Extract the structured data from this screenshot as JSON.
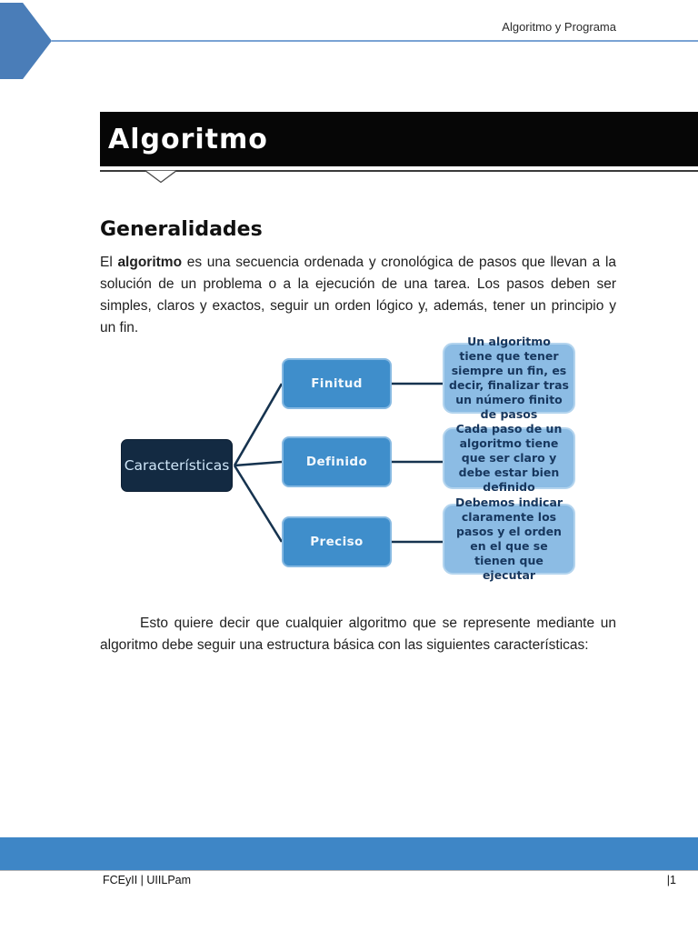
{
  "header": {
    "doc_title": "Algoritmo y Programa"
  },
  "banner": {
    "title": "Algoritmo"
  },
  "section": {
    "heading": "Generalidades"
  },
  "paragraph1": {
    "prefix": "El ",
    "bold": "algoritmo",
    "rest": " es una secuencia ordenada y cronológica de pasos que llevan a la solución de un problema o a la ejecución de una tarea.  Los pasos deben ser simples, claros y exactos, seguir un orden lógico y, además, tener un principio y un fin."
  },
  "diagram": {
    "root_label": "Características",
    "branches": [
      {
        "label": "Finitud",
        "description": "Un algoritmo tiene que tener siempre un fin, es decir, finalizar tras un número finito de pasos"
      },
      {
        "label": "Definido",
        "description": "Cada paso de un algoritmo tiene que ser claro y debe estar bien definido"
      },
      {
        "label": "Preciso",
        "description": "Debemos indicar claramente los pasos y el orden en  el que se tienen que ejecutar"
      }
    ],
    "colors": {
      "root_fill": "#132a42",
      "branch_fill": "#3f8ecb",
      "description_fill": "#8cbce4",
      "connector": "#16334f"
    }
  },
  "paragraph2": {
    "text": "Esto quiere decir que cualquier algoritmo que se represente mediante un algoritmo debe seguir una estructura básica con las siguientes características:"
  },
  "footer": {
    "left_text": "FCEyII | UIILPam",
    "page_number": "|1",
    "bar_color": "#3e86c6"
  },
  "accent_colors": {
    "header_arrow": "#4a7db8",
    "header_rule": "#7aa3d4",
    "banner_background": "#060606"
  }
}
